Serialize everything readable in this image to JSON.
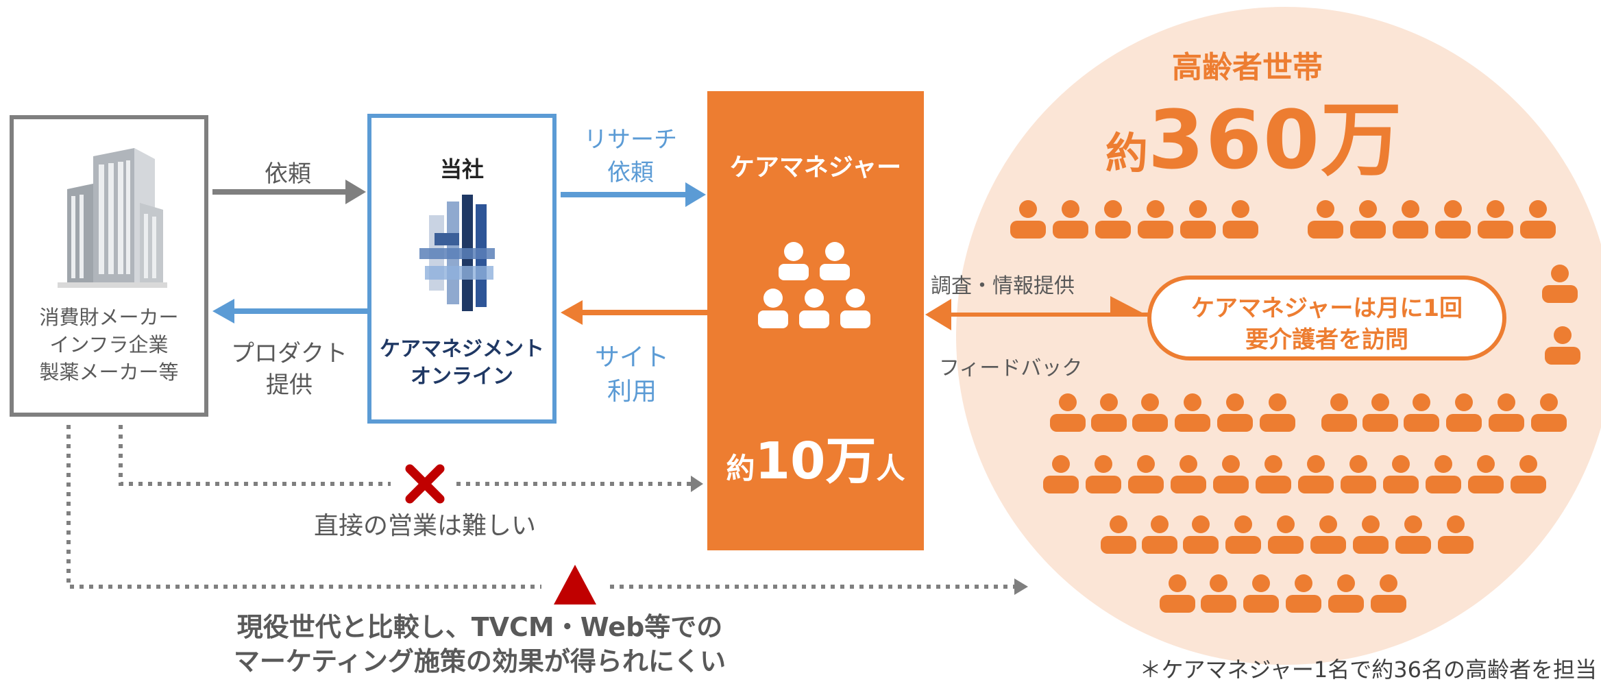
{
  "maker_box": {
    "line1": "消費財メーカー",
    "line2": "インフラ企業",
    "line3": "製薬メーカー等"
  },
  "company_box": {
    "title": "当社",
    "name_line1": "ケアマネジメント",
    "name_line2": "オンライン"
  },
  "caremanager_box": {
    "title": "ケアマネジャー",
    "count_prefix": "約",
    "count_number": "10万",
    "count_suffix": "人"
  },
  "arrows": {
    "request": "依頼",
    "product_line1": "プロダクト",
    "product_line2": "提供",
    "research_line1": "リサーチ",
    "research_line2": "依頼",
    "site_line1": "サイト",
    "site_line2": "利用",
    "survey": "調査・情報提供",
    "feedback": "フィードバック"
  },
  "direct_sales": {
    "text": "直接の営業は難しい"
  },
  "tvcm": {
    "line1": "現役世代と比較し、TVCM・Web等での",
    "line2": "マーケティング施策の効果が得られにくい"
  },
  "household": {
    "title": "高齢者世帯",
    "count_prefix": "約",
    "count_number": "360万"
  },
  "visit_bubble": {
    "line1": "ケアマネジャーは月に1回",
    "line2": "要介護者を訪問"
  },
  "footnote": "＊ケアマネジャー1名で約36名の高齢者を担当",
  "colors": {
    "orange": "#ed7d31",
    "blue": "#5b9bd5",
    "gray": "#7f7f7f",
    "peach": "#fbe5d6",
    "red": "#c00000",
    "navy": "#1f3864"
  }
}
